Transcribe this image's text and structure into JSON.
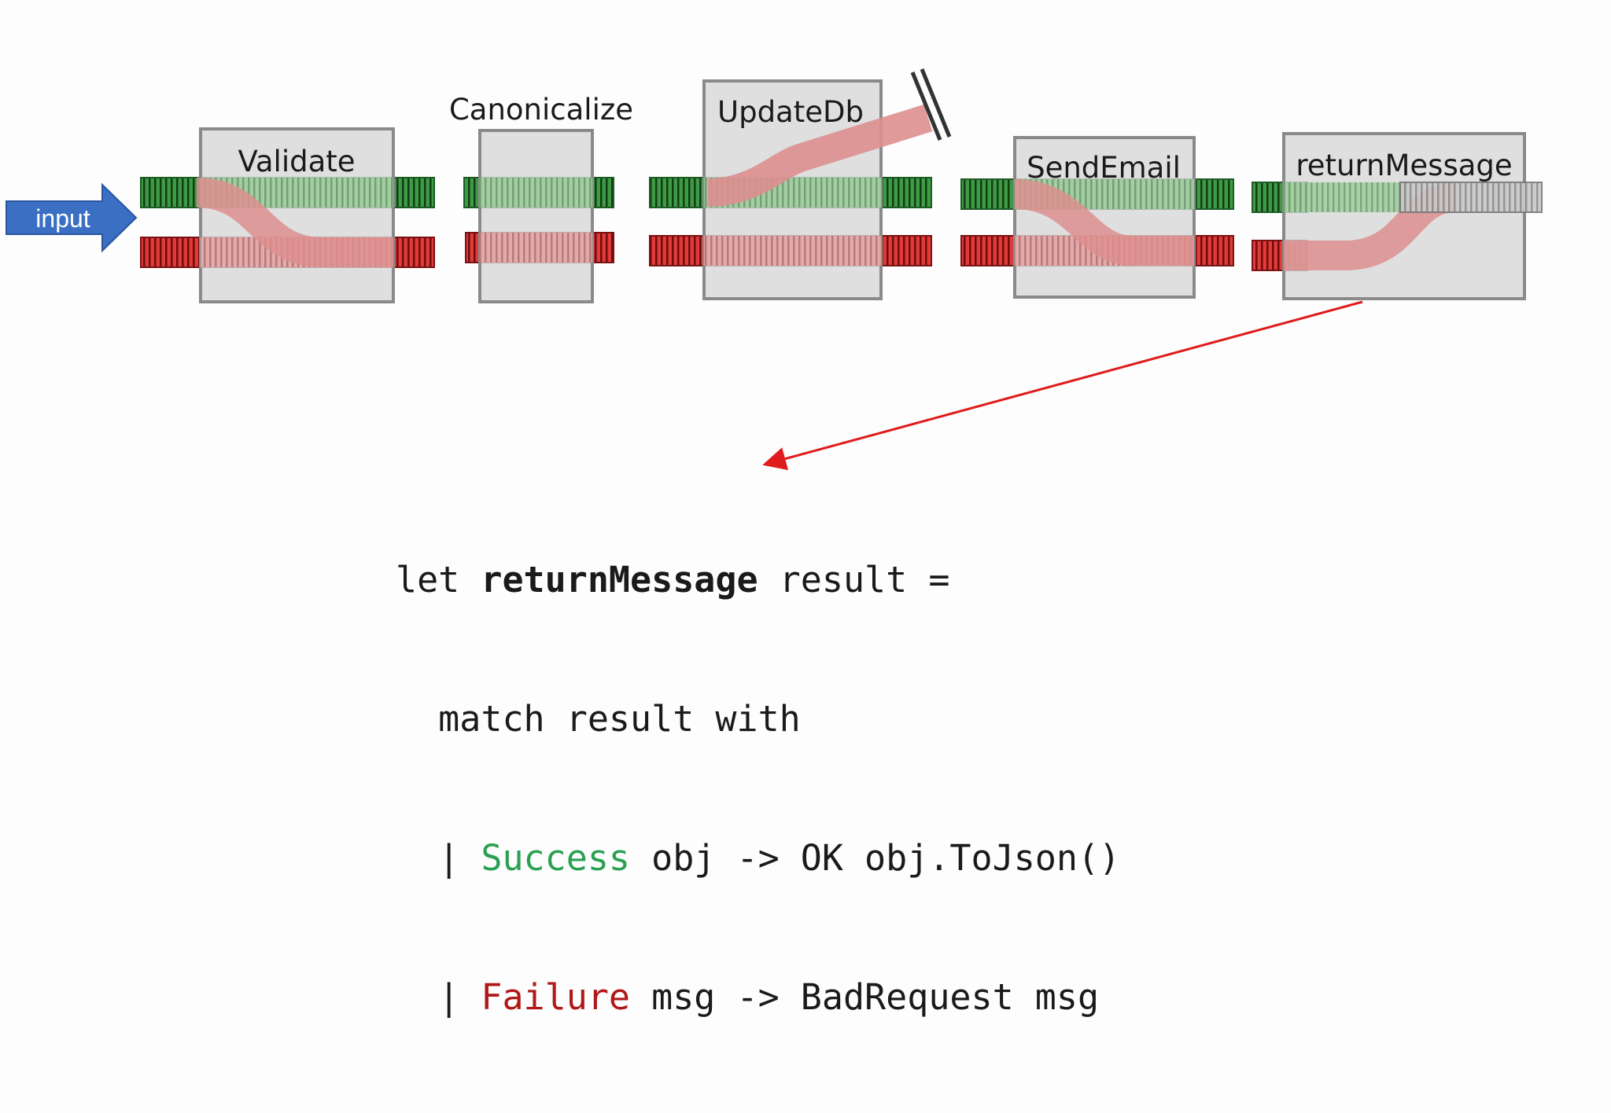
{
  "diagram": {
    "input_label": "input",
    "functions": [
      {
        "label": "Validate"
      },
      {
        "label": "Canonicalize"
      },
      {
        "label": "UpdateDb"
      },
      {
        "label": "SendEmail"
      },
      {
        "label": "returnMessage"
      }
    ]
  },
  "code": {
    "line1_kw": "let",
    "line1_name": "returnMessage",
    "line1_rest": " result =",
    "line2": "  match result with",
    "line3_bar": "  | ",
    "line3_case": "Success",
    "line3_rest": " obj -> OK obj.ToJson()",
    "line4_bar": "  | ",
    "line4_case": "Failure",
    "line4_rest": " msg -> BadRequest msg"
  },
  "colors": {
    "success_track": "#2f8f3a",
    "failure_track": "#d62a2a",
    "arrow": "#e01b1b",
    "input_arrow": "#3a6fc4",
    "success_text": "#2aa052",
    "failure_text": "#b01818"
  }
}
